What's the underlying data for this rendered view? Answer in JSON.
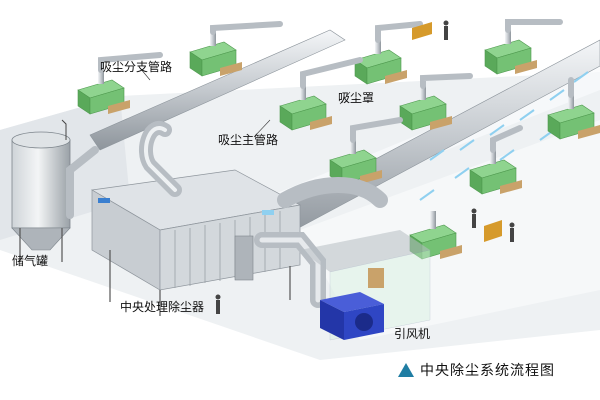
{
  "labels": {
    "branch_pipe": "吸尘分支管路",
    "hood": "吸尘罩",
    "main_pipe": "吸尘主管路",
    "gas_tank": "储气罐",
    "collector": "中央处理除尘器",
    "fan": "引风机"
  },
  "caption": {
    "text": "中央除尘系统流程图",
    "icon": "triangle-icon",
    "icon_color": "#1f7da3"
  },
  "colors": {
    "hood_green": "#6cbf6c",
    "pipe_gray": "#c9ced3",
    "fan_blue": "#2b3fbf",
    "floor_gray": "#e9ecef"
  }
}
